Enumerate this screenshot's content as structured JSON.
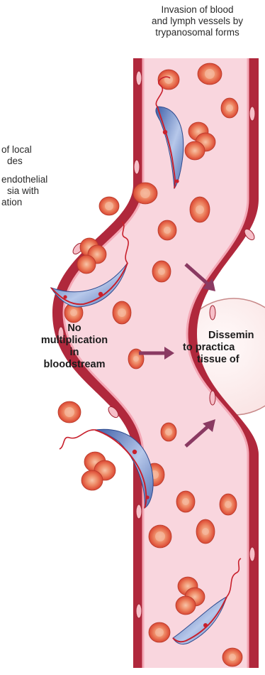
{
  "labels": {
    "top_caption": [
      "Invasion of blood",
      "and lymph vessels by",
      "trypanosomal forms"
    ],
    "left_note": [
      "of local",
      "des",
      "endothelial",
      "sia with",
      "ation"
    ],
    "center_text": [
      "No",
      "multiplication",
      "in",
      "bloodstream"
    ],
    "right_text": [
      "Dissemin",
      "to practica",
      "tissue of"
    ]
  },
  "colors": {
    "vessel_wall": "#b0283c",
    "lumen": "#f9d6de",
    "rbc_fill": "#e86a50",
    "rbc_center": "#f7b090",
    "trypanosome": "#6d8bc8",
    "flagellum": "#c8202c",
    "arrow": "#8a3a62",
    "tissue_circle": "#fdeeee"
  }
}
